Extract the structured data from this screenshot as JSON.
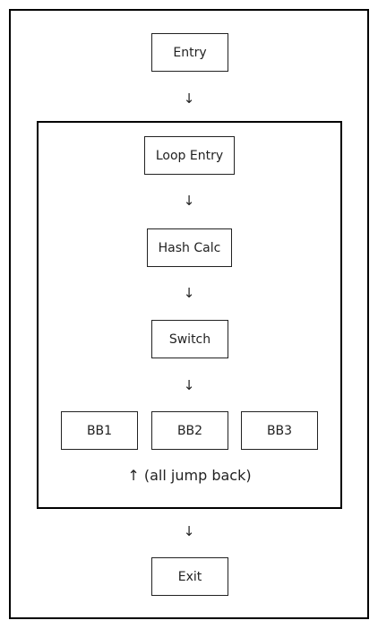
{
  "diagram": {
    "nodes": {
      "entry": "Entry",
      "loop_entry": "Loop Entry",
      "hash_calc": "Hash Calc",
      "switch": "Switch",
      "bb1": "BB1",
      "bb2": "BB2",
      "bb3": "BB3",
      "exit": "Exit"
    },
    "arrow_down": "↓",
    "back_note": "↑ (all jump back)"
  }
}
